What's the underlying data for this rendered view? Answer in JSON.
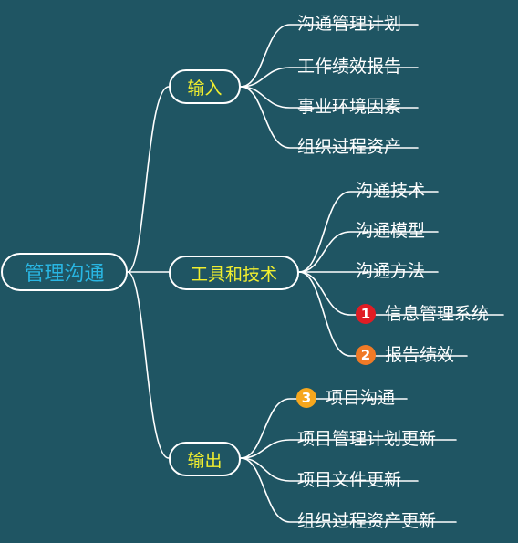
{
  "root": {
    "label": "管理沟通"
  },
  "branches": [
    {
      "label": "输入",
      "leaves": [
        {
          "label": "沟通管理计划"
        },
        {
          "label": "工作绩效报告"
        },
        {
          "label": "事业环境因素"
        },
        {
          "label": "组织过程资产"
        }
      ]
    },
    {
      "label": "工具和技术",
      "leaves": [
        {
          "label": "沟通技术"
        },
        {
          "label": "沟通模型"
        },
        {
          "label": "沟通方法"
        },
        {
          "label": "信息管理系统",
          "badge": "1",
          "badge_color": "#e01c24"
        },
        {
          "label": "报告绩效",
          "badge": "2",
          "badge_color": "#f07a26"
        }
      ]
    },
    {
      "label": "输出",
      "leaves": [
        {
          "label": "项目沟通",
          "badge": "3",
          "badge_color": "#f6a71d"
        },
        {
          "label": "项目管理计划更新"
        },
        {
          "label": "项目文件更新"
        },
        {
          "label": "组织过程资产更新"
        }
      ]
    }
  ],
  "colors": {
    "background": "#1f5563",
    "root_text": "#29b6e3",
    "branch_text": "#f1ee2f",
    "leaf_text": "#ffffff",
    "line": "#ffffff"
  }
}
